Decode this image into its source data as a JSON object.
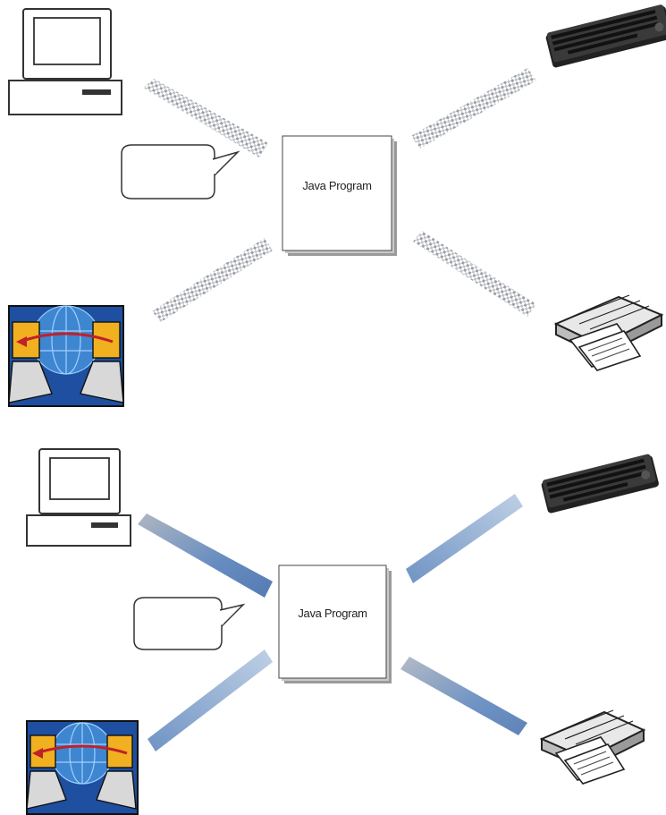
{
  "panels": [
    {
      "program_label": "Java Program",
      "stream_style": "gray"
    },
    {
      "program_label": "Java Program",
      "stream_style": "blue"
    }
  ],
  "icons": {
    "computer": "desktop-computer-icon",
    "keyboard": "keyboard-icon",
    "network": "network-globe-icon",
    "files": "file-tray-icon",
    "speech": "speech-bubble-icon"
  },
  "colors": {
    "stream_gray": "#8a8f96",
    "stream_blue": "#3f6fb0",
    "network_bg": "#1e4fa0",
    "network_frame": "#f0b020",
    "network_arrow": "#c0202a"
  }
}
